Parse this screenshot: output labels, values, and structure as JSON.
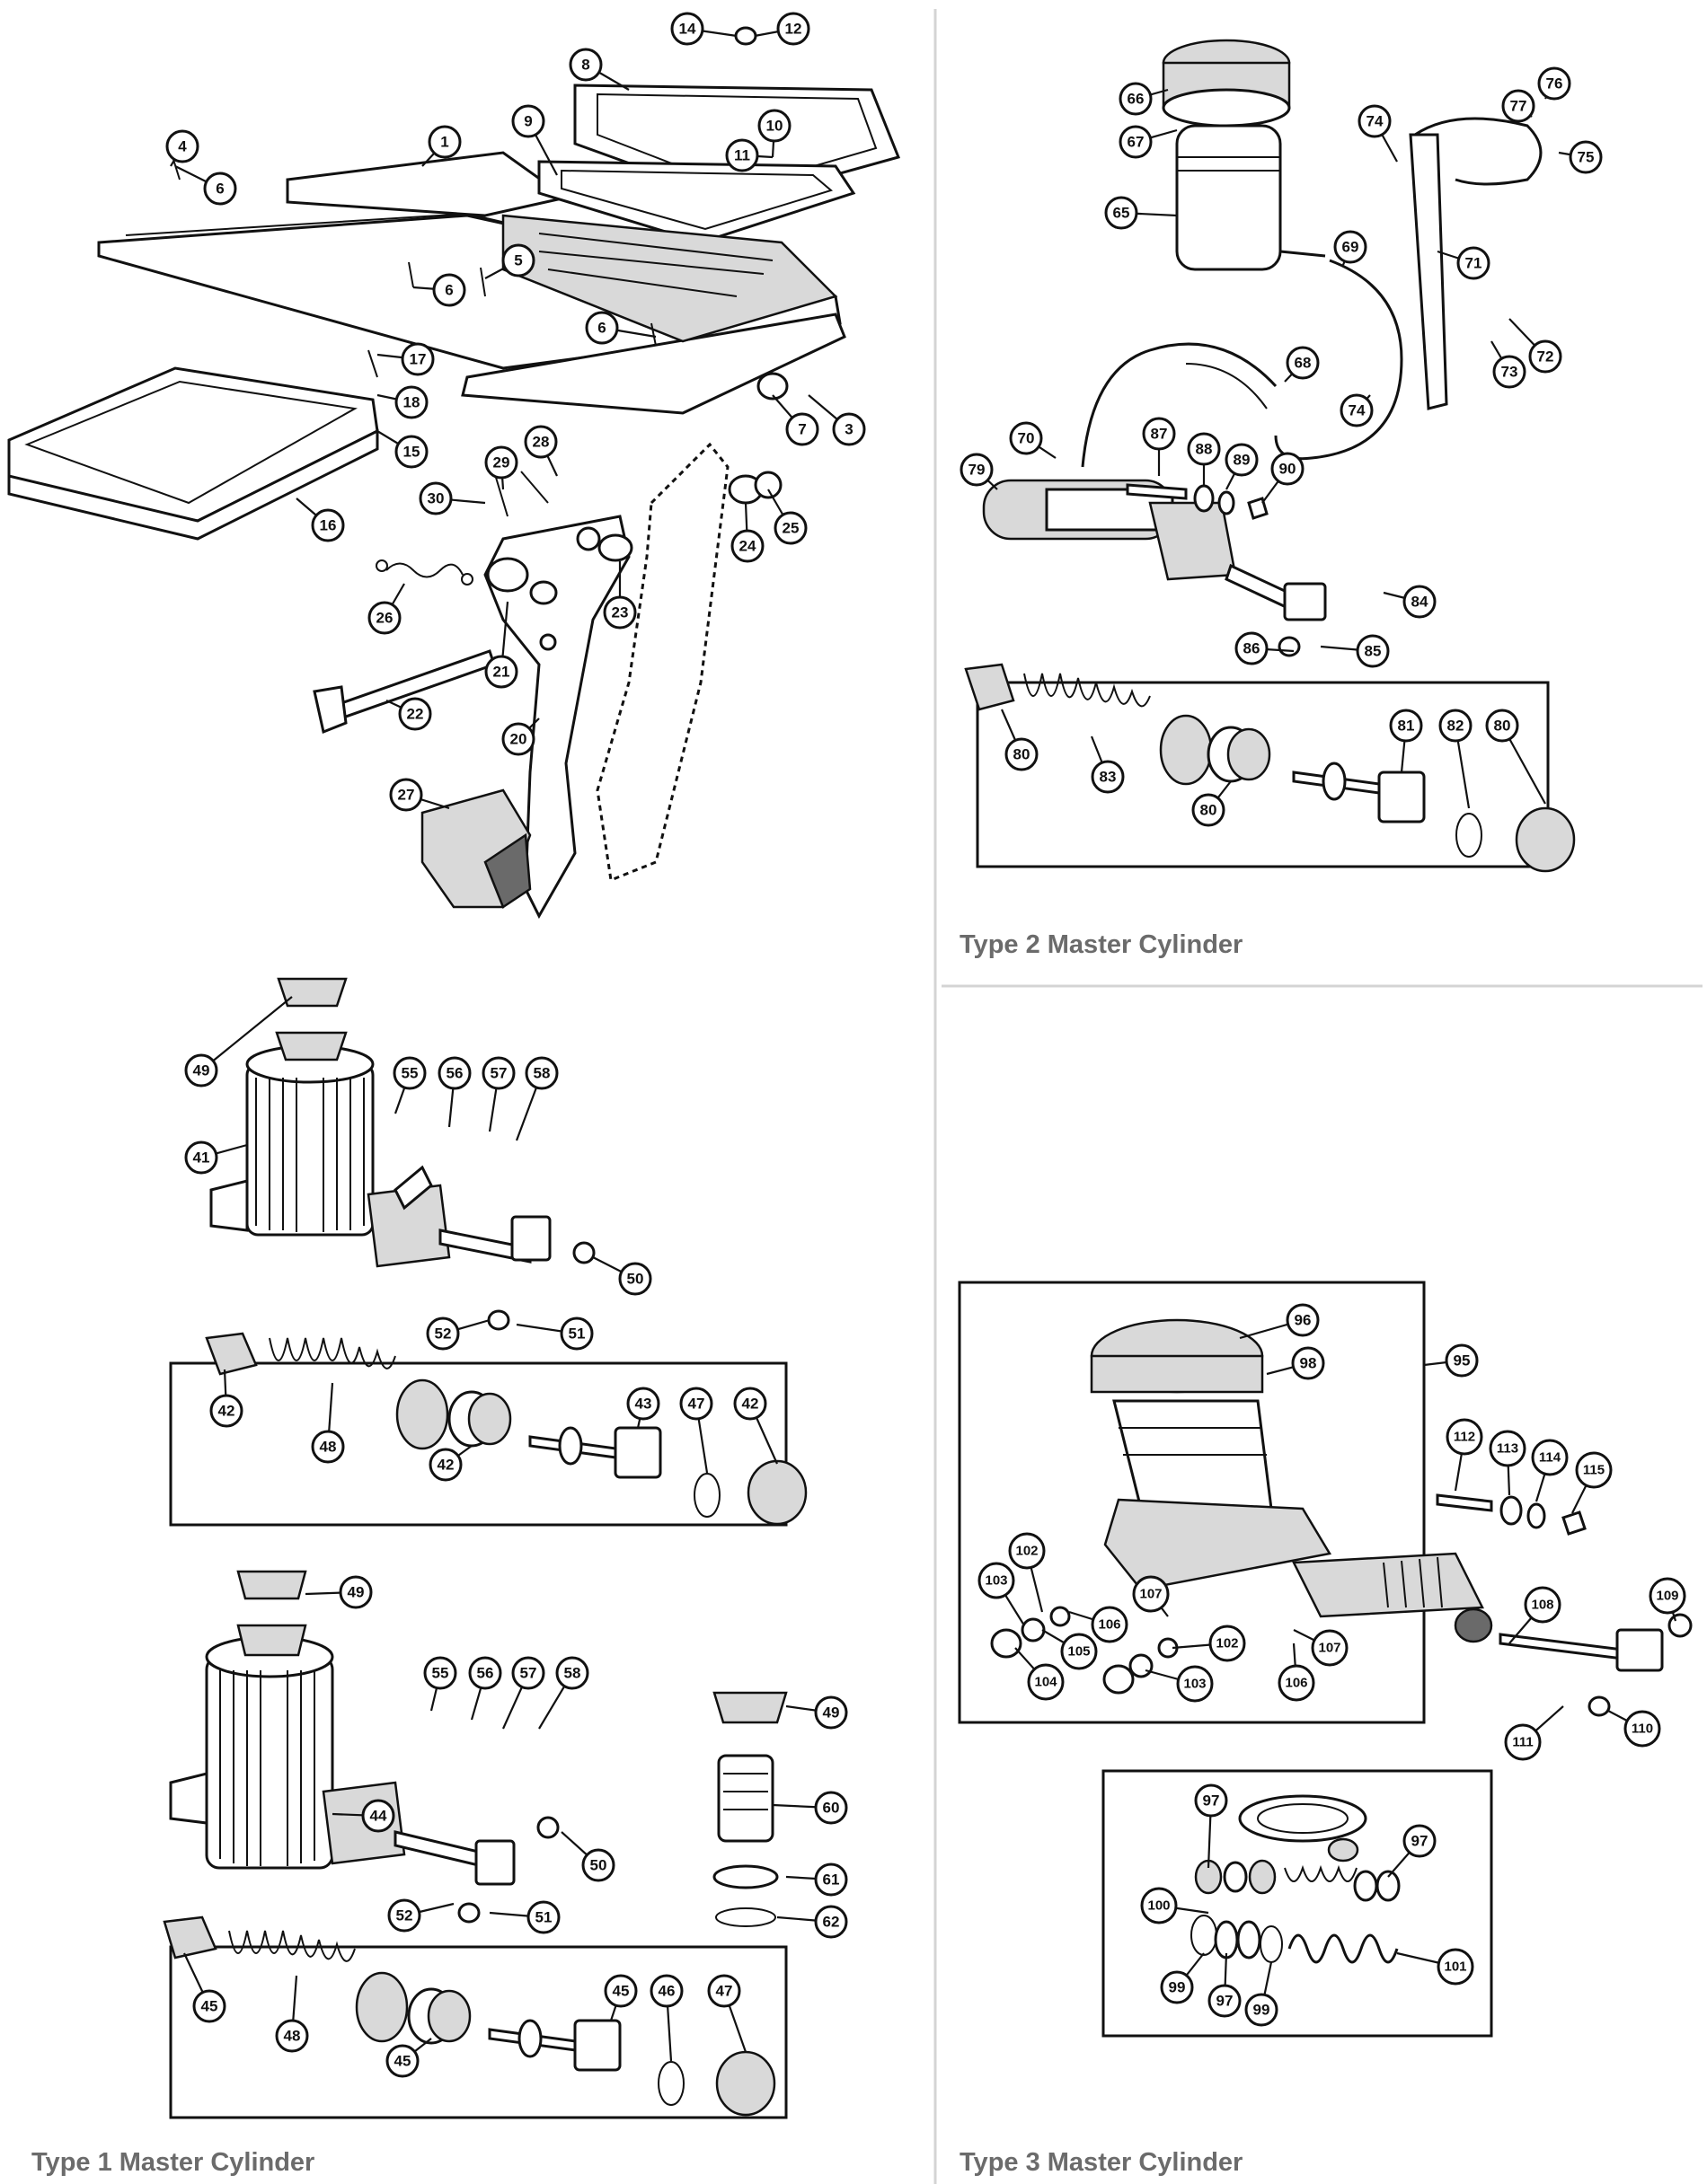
{
  "sections": {
    "type1": {
      "caption": "Type 1 Master Cylinder"
    },
    "type2": {
      "caption": "Type 2 Master Cylinder"
    },
    "type3": {
      "caption": "Type 3 Master Cylinder"
    }
  },
  "callouts": [
    {
      "label": "1"
    },
    {
      "label": "3"
    },
    {
      "label": "4"
    },
    {
      "label": "5"
    },
    {
      "label": "6"
    },
    {
      "label": "6"
    },
    {
      "label": "6"
    },
    {
      "label": "7"
    },
    {
      "label": "8"
    },
    {
      "label": "9"
    },
    {
      "label": "10"
    },
    {
      "label": "11"
    },
    {
      "label": "12"
    },
    {
      "label": "14"
    },
    {
      "label": "15"
    },
    {
      "label": "16"
    },
    {
      "label": "17"
    },
    {
      "label": "18"
    },
    {
      "label": "20"
    },
    {
      "label": "21"
    },
    {
      "label": "22"
    },
    {
      "label": "23"
    },
    {
      "label": "24"
    },
    {
      "label": "25"
    },
    {
      "label": "26"
    },
    {
      "label": "27"
    },
    {
      "label": "28"
    },
    {
      "label": "29"
    },
    {
      "label": "30"
    },
    {
      "label": "41"
    },
    {
      "label": "42"
    },
    {
      "label": "42"
    },
    {
      "label": "42"
    },
    {
      "label": "43"
    },
    {
      "label": "47"
    },
    {
      "label": "48"
    },
    {
      "label": "49"
    },
    {
      "label": "50"
    },
    {
      "label": "51"
    },
    {
      "label": "52"
    },
    {
      "label": "55"
    },
    {
      "label": "56"
    },
    {
      "label": "57"
    },
    {
      "label": "58"
    },
    {
      "label": "44"
    },
    {
      "label": "45"
    },
    {
      "label": "45"
    },
    {
      "label": "45"
    },
    {
      "label": "46"
    },
    {
      "label": "47"
    },
    {
      "label": "48"
    },
    {
      "label": "49"
    },
    {
      "label": "49"
    },
    {
      "label": "50"
    },
    {
      "label": "51"
    },
    {
      "label": "52"
    },
    {
      "label": "55"
    },
    {
      "label": "56"
    },
    {
      "label": "57"
    },
    {
      "label": "58"
    },
    {
      "label": "60"
    },
    {
      "label": "61"
    },
    {
      "label": "62"
    },
    {
      "label": "65"
    },
    {
      "label": "66"
    },
    {
      "label": "67"
    },
    {
      "label": "68"
    },
    {
      "label": "69"
    },
    {
      "label": "70"
    },
    {
      "label": "71"
    },
    {
      "label": "72"
    },
    {
      "label": "73"
    },
    {
      "label": "74"
    },
    {
      "label": "74"
    },
    {
      "label": "75"
    },
    {
      "label": "76"
    },
    {
      "label": "77"
    },
    {
      "label": "79"
    },
    {
      "label": "80"
    },
    {
      "label": "80"
    },
    {
      "label": "80"
    },
    {
      "label": "81"
    },
    {
      "label": "82"
    },
    {
      "label": "83"
    },
    {
      "label": "84"
    },
    {
      "label": "85"
    },
    {
      "label": "86"
    },
    {
      "label": "87"
    },
    {
      "label": "88"
    },
    {
      "label": "89"
    },
    {
      "label": "90"
    },
    {
      "label": "95"
    },
    {
      "label": "96"
    },
    {
      "label": "97"
    },
    {
      "label": "97"
    },
    {
      "label": "97"
    },
    {
      "label": "98"
    },
    {
      "label": "99"
    },
    {
      "label": "99"
    },
    {
      "label": "100"
    },
    {
      "label": "101"
    },
    {
      "label": "102"
    },
    {
      "label": "102"
    },
    {
      "label": "103"
    },
    {
      "label": "103"
    },
    {
      "label": "104"
    },
    {
      "label": "105"
    },
    {
      "label": "106"
    },
    {
      "label": "106"
    },
    {
      "label": "107"
    },
    {
      "label": "107"
    },
    {
      "label": "108"
    },
    {
      "label": "109"
    },
    {
      "label": "110"
    },
    {
      "label": "111"
    },
    {
      "label": "112"
    },
    {
      "label": "113"
    },
    {
      "label": "114"
    },
    {
      "label": "115"
    }
  ]
}
